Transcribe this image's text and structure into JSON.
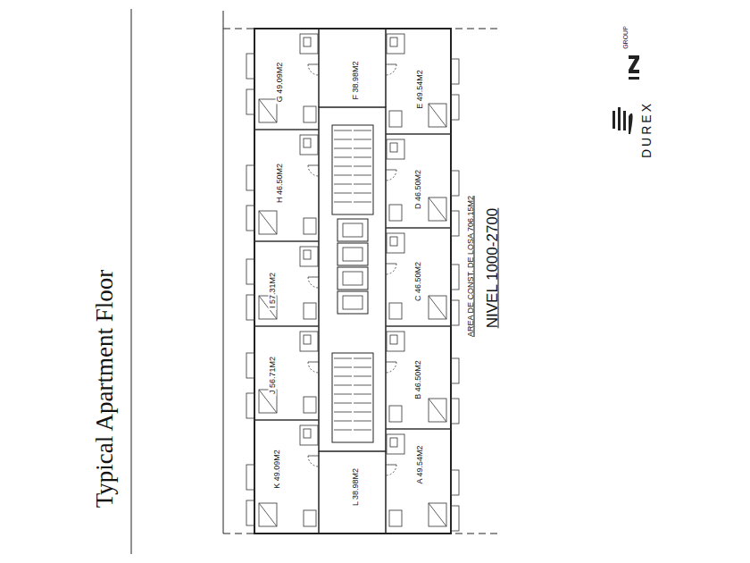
{
  "diagram": {
    "title": "Typical Apartment Floor",
    "labels": [
      "G 49.09M2",
      "F 38.98M2",
      "E 49.54M2",
      "H 46.50M2",
      "D 46.50M2",
      "I 57.31M2",
      "C 46.50M2",
      "J 56.71M2",
      "B 46.50M2",
      "K 49.09M2",
      "L 38.98M2",
      "A 49.54M2",
      "NIVEL 1000-2700",
      "AREA DE CONST. DE LOSA 706.15M2",
      "GROUP",
      "DUREX"
    ]
  }
}
